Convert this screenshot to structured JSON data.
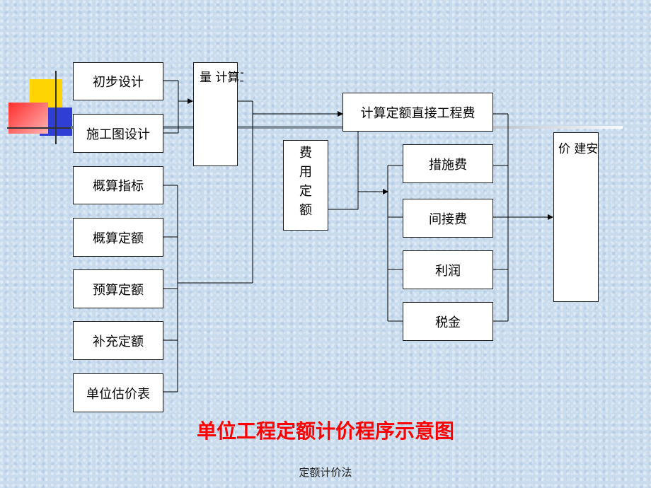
{
  "design_inputs": [
    "初步设计",
    "施工图设计"
  ],
  "quota_inputs": [
    "概算指标",
    "概算定额",
    "预算定额",
    "补充定额",
    "单位估价表"
  ],
  "quantity_box": "量 计算工程",
  "direct_cost_box": "计算定额直接工程费",
  "fee_quota_box": "费用定额",
  "fee_items": [
    "措施费",
    "间接费",
    "利润",
    "税金"
  ],
  "total_box": "价 建安工程造、",
  "caption": "单位工程定额计价程序示意图",
  "footer": "定额计价法",
  "colors": {
    "caption": "#ff0000",
    "deco_yellow": "#ffd400",
    "deco_blue": "#2f3fd6",
    "deco_red": "#ff4d4d"
  }
}
